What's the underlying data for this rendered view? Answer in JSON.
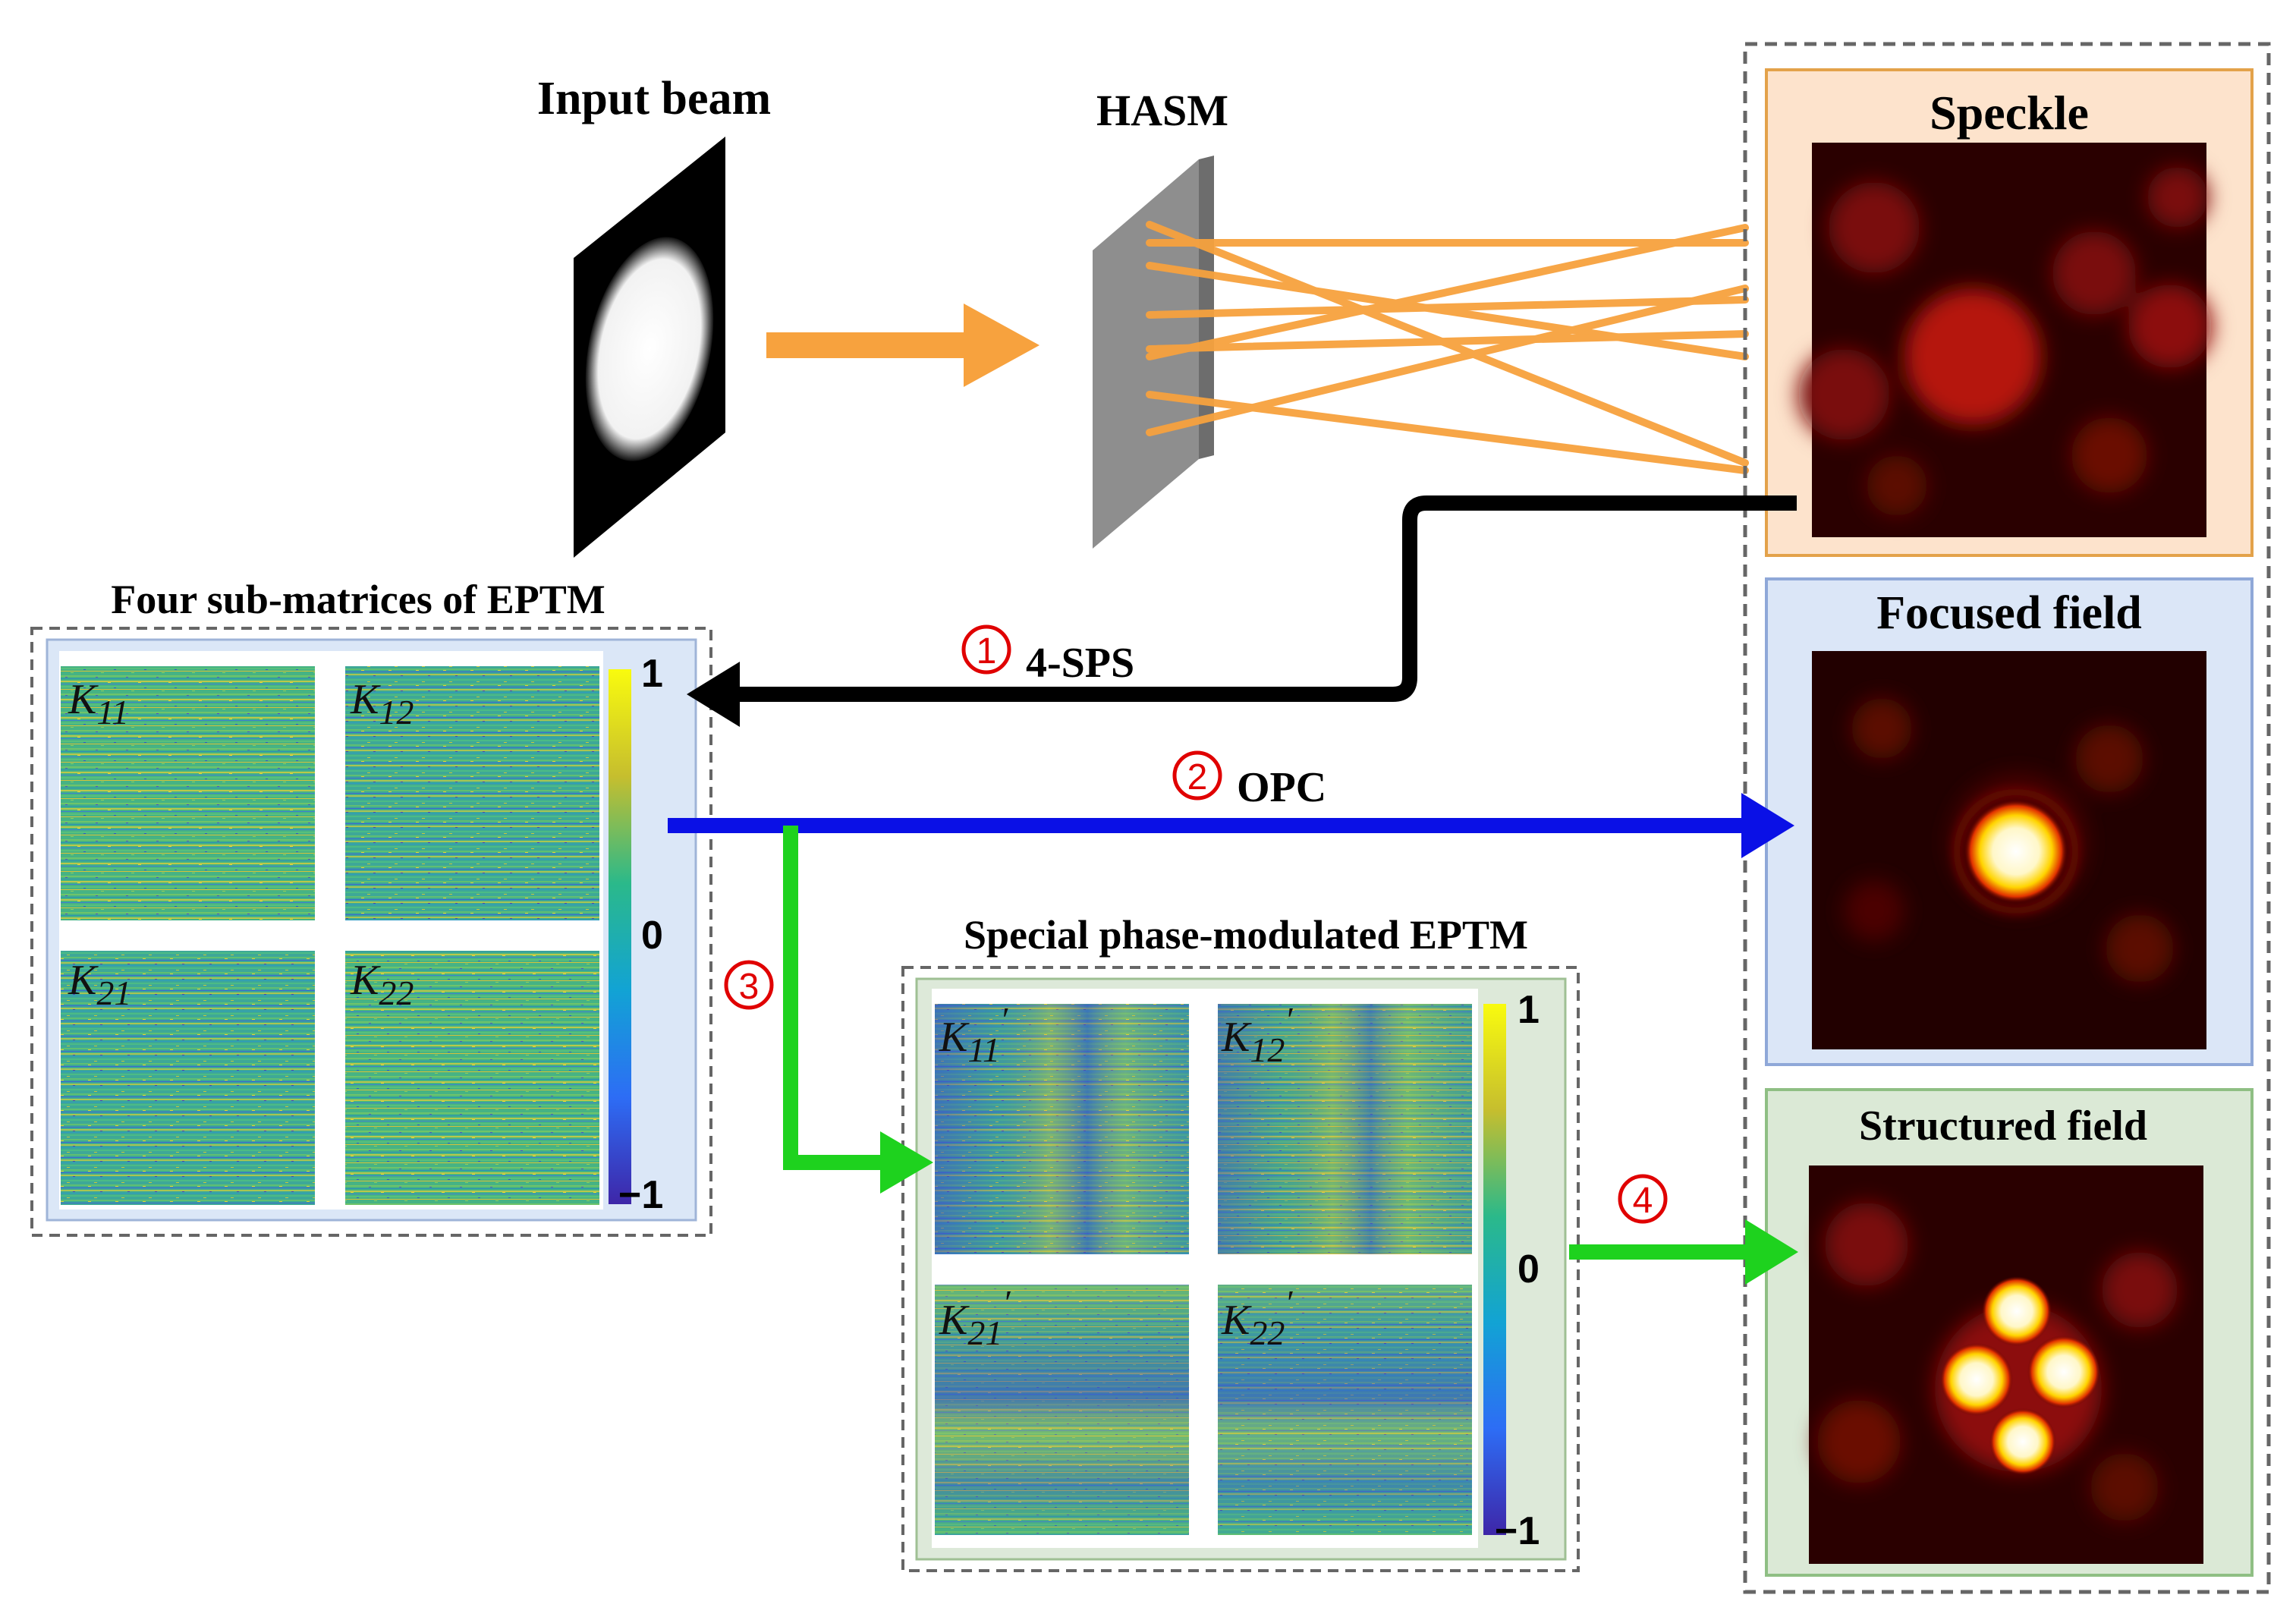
{
  "colors": {
    "orange_arrow": "#f7a23e",
    "black_arrow": "#000000",
    "blue_arrow": "#0a10e6",
    "green_arrow": "#1ed21e",
    "step_red": "#e00000",
    "speckle_bg": "#fde3cc",
    "focused_bg": "#dbe6f7",
    "structured_bg": "#dbe9d6",
    "matrix_bg": "#dbe7f7",
    "special_bg": "#dde9d9",
    "hasm_gray": "#8e8e8e"
  },
  "labels": {
    "input_beam": "Input beam",
    "hasm": "HASM",
    "speckle": "Speckle",
    "focused_field": "Focused field",
    "structured_field": "Structured field",
    "four_sub_matrices": "Four sub-matrices of EPTM",
    "special_eptm": "Special phase-modulated EPTM"
  },
  "steps": [
    {
      "num": "1",
      "label": "4-SPS"
    },
    {
      "num": "2",
      "label": "OPC"
    },
    {
      "num": "3",
      "label": ""
    },
    {
      "num": "4",
      "label": ""
    }
  ],
  "matrix_left": {
    "k11": "K",
    "k11_sub": "11",
    "k12": "K",
    "k12_sub": "12",
    "k21": "K",
    "k21_sub": "21",
    "k22": "K",
    "k22_sub": "22",
    "cb_top": "1",
    "cb_mid": "0",
    "cb_bot": "−1"
  },
  "matrix_right": {
    "k11": "K",
    "k11_sub": "11",
    "k11_prime": "′",
    "k12": "K",
    "k12_sub": "12",
    "k12_prime": "′",
    "k21": "K",
    "k21_sub": "21",
    "k21_prime": "′",
    "k22": "K",
    "k22_sub": "22",
    "k22_prime": "′",
    "cb_top": "1",
    "cb_mid": "0",
    "cb_bot": "−1"
  },
  "icons": [
    "input-beam-screen-icon",
    "hasm-plate-icon",
    "speckle-image",
    "focused-spot-image",
    "structured-spots-image"
  ]
}
